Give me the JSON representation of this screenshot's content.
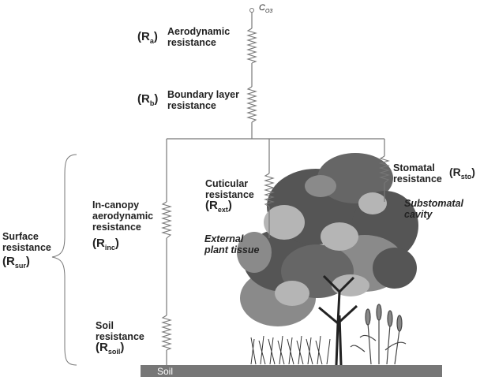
{
  "pollutant": {
    "base": "C",
    "sub": "O3"
  },
  "resistances": {
    "aero": {
      "sym": "R",
      "sub": "a",
      "line1": "Aerodynamic",
      "line2": "resistance"
    },
    "boundary": {
      "sym": "R",
      "sub": "b",
      "line1": "Boundary layer",
      "line2": "resistance"
    },
    "cuticular": {
      "sym": "R",
      "sub": "ext",
      "line1": "Cuticular",
      "line2": "resistance"
    },
    "stomatal": {
      "sym": "R",
      "sub": "sto",
      "line1": "Stomatal",
      "line2": "resistance"
    },
    "incanopy": {
      "sym": "R",
      "sub": "inc",
      "line1": "In-canopy",
      "line2": "aerodynamic",
      "line3": "resistance"
    },
    "soil": {
      "sym": "R",
      "sub": "soil",
      "line1": "Soil",
      "line2": "resistance"
    },
    "surface": {
      "sym": "R",
      "sub": "sur",
      "line1": "Surface",
      "line2": "resistance"
    }
  },
  "labels": {
    "external1": "External",
    "external2": "plant tissue",
    "substomatal1": "Substomatal",
    "substomatal2": "cavity",
    "soil_bar": "Soil"
  },
  "colors": {
    "wire": "#777777",
    "soil_bar": "#777777",
    "foliage_dark": "#555555",
    "foliage_mid": "#8a8a8a",
    "foliage_light": "#b5b5b5"
  }
}
